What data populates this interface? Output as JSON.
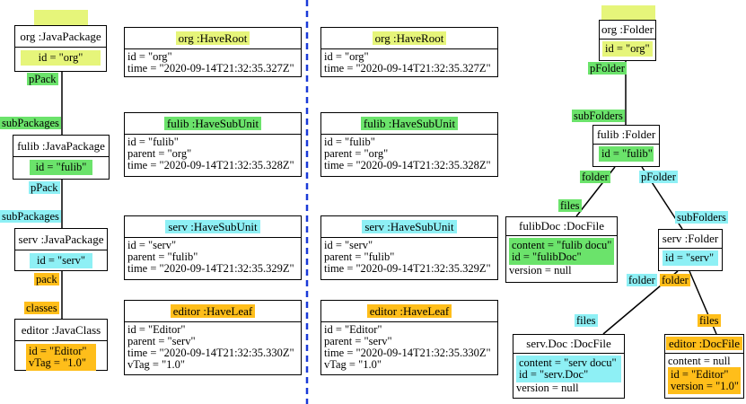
{
  "colors": {
    "yellow": "#e6f57a",
    "green": "#6be36b",
    "cyan": "#8ef0f5",
    "orange": "#ffbe1a",
    "divider": "#1a3ad8"
  },
  "left": {
    "org_pkg": {
      "title": "org :JavaPackage",
      "attrs": [
        "id = \"org\""
      ]
    },
    "fulib_pkg": {
      "title": "fulib :JavaPackage",
      "attrs": [
        "id = \"fulib\""
      ]
    },
    "serv_pkg": {
      "title": "serv :JavaPackage",
      "attrs": [
        "id = \"serv\""
      ]
    },
    "editor_class": {
      "title": "editor :JavaClass",
      "attrs": [
        "id = \"Editor\"",
        "vTag = \"1.0\""
      ]
    },
    "labels": {
      "ppack1": "pPack",
      "subpackages1": "subPackages",
      "ppack2": "pPack",
      "subpackages2": "subPackages",
      "pack": "pack",
      "classes": "classes"
    }
  },
  "events1": {
    "org": {
      "title": "org :HaveRoot",
      "attrs": [
        "id = \"org\"",
        "time = \"2020-09-14T21:32:35.327Z\""
      ]
    },
    "fulib": {
      "title": "fulib :HaveSubUnit",
      "attrs": [
        "id = \"fulib\"",
        "parent = \"org\"",
        "time = \"2020-09-14T21:32:35.328Z\""
      ]
    },
    "serv": {
      "title": "serv :HaveSubUnit",
      "attrs": [
        "id = \"serv\"",
        "parent = \"fulib\"",
        "time = \"2020-09-14T21:32:35.329Z\""
      ]
    },
    "editor": {
      "title": "editor :HaveLeaf",
      "attrs": [
        "id = \"Editor\"",
        "parent = \"serv\"",
        "time = \"2020-09-14T21:32:35.330Z\"",
        "vTag = \"1.0\""
      ]
    }
  },
  "events2": {
    "org": {
      "title": "org :HaveRoot",
      "attrs": [
        "id = \"org\"",
        "time = \"2020-09-14T21:32:35.327Z\""
      ]
    },
    "fulib": {
      "title": "fulib :HaveSubUnit",
      "attrs": [
        "id = \"fulib\"",
        "parent = \"org\"",
        "time = \"2020-09-14T21:32:35.328Z\""
      ]
    },
    "serv": {
      "title": "serv :HaveSubUnit",
      "attrs": [
        "id = \"serv\"",
        "parent = \"fulib\"",
        "time = \"2020-09-14T21:32:35.329Z\""
      ]
    },
    "editor": {
      "title": "editor :HaveLeaf",
      "attrs": [
        "id = \"Editor\"",
        "parent = \"serv\"",
        "time = \"2020-09-14T21:32:35.330Z\"",
        "vTag = \"1.0\""
      ]
    }
  },
  "right": {
    "org_folder": {
      "title": "org :Folder",
      "attrs": [
        "id = \"org\""
      ]
    },
    "fulib_folder": {
      "title": "fulib :Folder",
      "attrs": [
        "id = \"fulib\""
      ]
    },
    "fulibdoc": {
      "title": "fulibDoc :DocFile",
      "attrs": [
        "content = \"fulib docu\"",
        "id = \"fulibDoc\""
      ],
      "extra": "version = null"
    },
    "serv_folder": {
      "title": "serv :Folder",
      "attrs": [
        "id = \"serv\""
      ]
    },
    "servdoc": {
      "title": "serv.Doc :DocFile",
      "attrs": [
        "content = \"serv docu\"",
        "id = \"serv.Doc\""
      ],
      "extra": "version = null"
    },
    "editor_doc": {
      "title": "editor :DocFile",
      "extra": "content = null",
      "attrs": [
        "id = \"Editor\"",
        "version = \"1.0\""
      ]
    },
    "labels": {
      "pfolder1": "pFolder",
      "subfolders1": "subFolders",
      "folder_green": "folder",
      "pfolder2": "pFolder",
      "files1": "files",
      "subfolders2": "subFolders",
      "folder_cyan": "folder",
      "folder_orange": "folder",
      "files2": "files",
      "files3": "files"
    }
  }
}
